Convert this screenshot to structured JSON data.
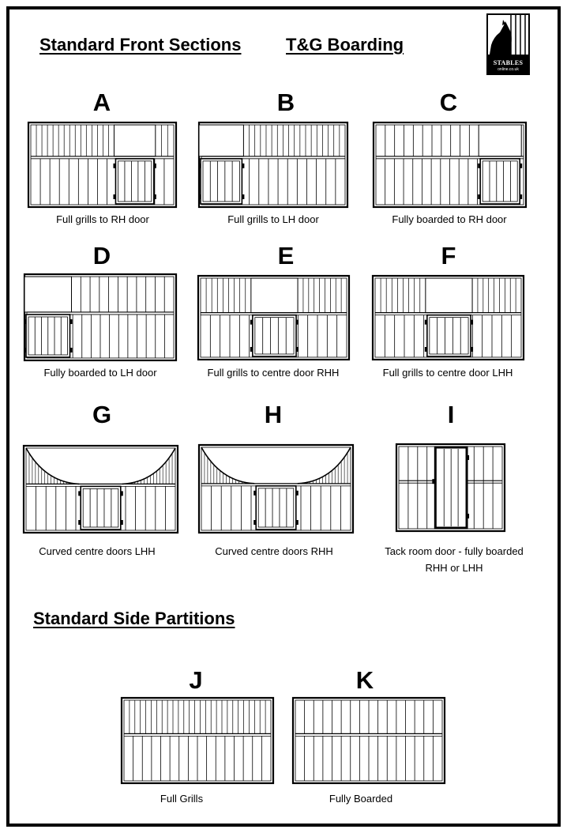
{
  "headings": {
    "front": "Standard Front Sections",
    "boarding": "T&G Boarding",
    "side": "Standard Side Partitions"
  },
  "logo": {
    "name": "STABLES",
    "sub": "online.co.uk",
    "icon": "horse-head-icon"
  },
  "panels": [
    {
      "letter": "A",
      "caption": "Full grills to RH door"
    },
    {
      "letter": "B",
      "caption": "Full grills to LH door"
    },
    {
      "letter": "C",
      "caption": "Fully boarded to RH door"
    },
    {
      "letter": "D",
      "caption": "Fully boarded to LH door"
    },
    {
      "letter": "E",
      "caption": "Full grills to centre door RHH"
    },
    {
      "letter": "F",
      "caption": "Full grills to centre door LHH"
    },
    {
      "letter": "G",
      "caption": "Curved centre doors LHH"
    },
    {
      "letter": "H",
      "caption": "Curved centre doors RHH"
    },
    {
      "letter": "I",
      "caption": "Tack room door - fully boarded",
      "caption2": "RHH or LHH"
    },
    {
      "letter": "J",
      "caption": "Full Grills"
    },
    {
      "letter": "K",
      "caption": "Fully Boarded"
    }
  ]
}
